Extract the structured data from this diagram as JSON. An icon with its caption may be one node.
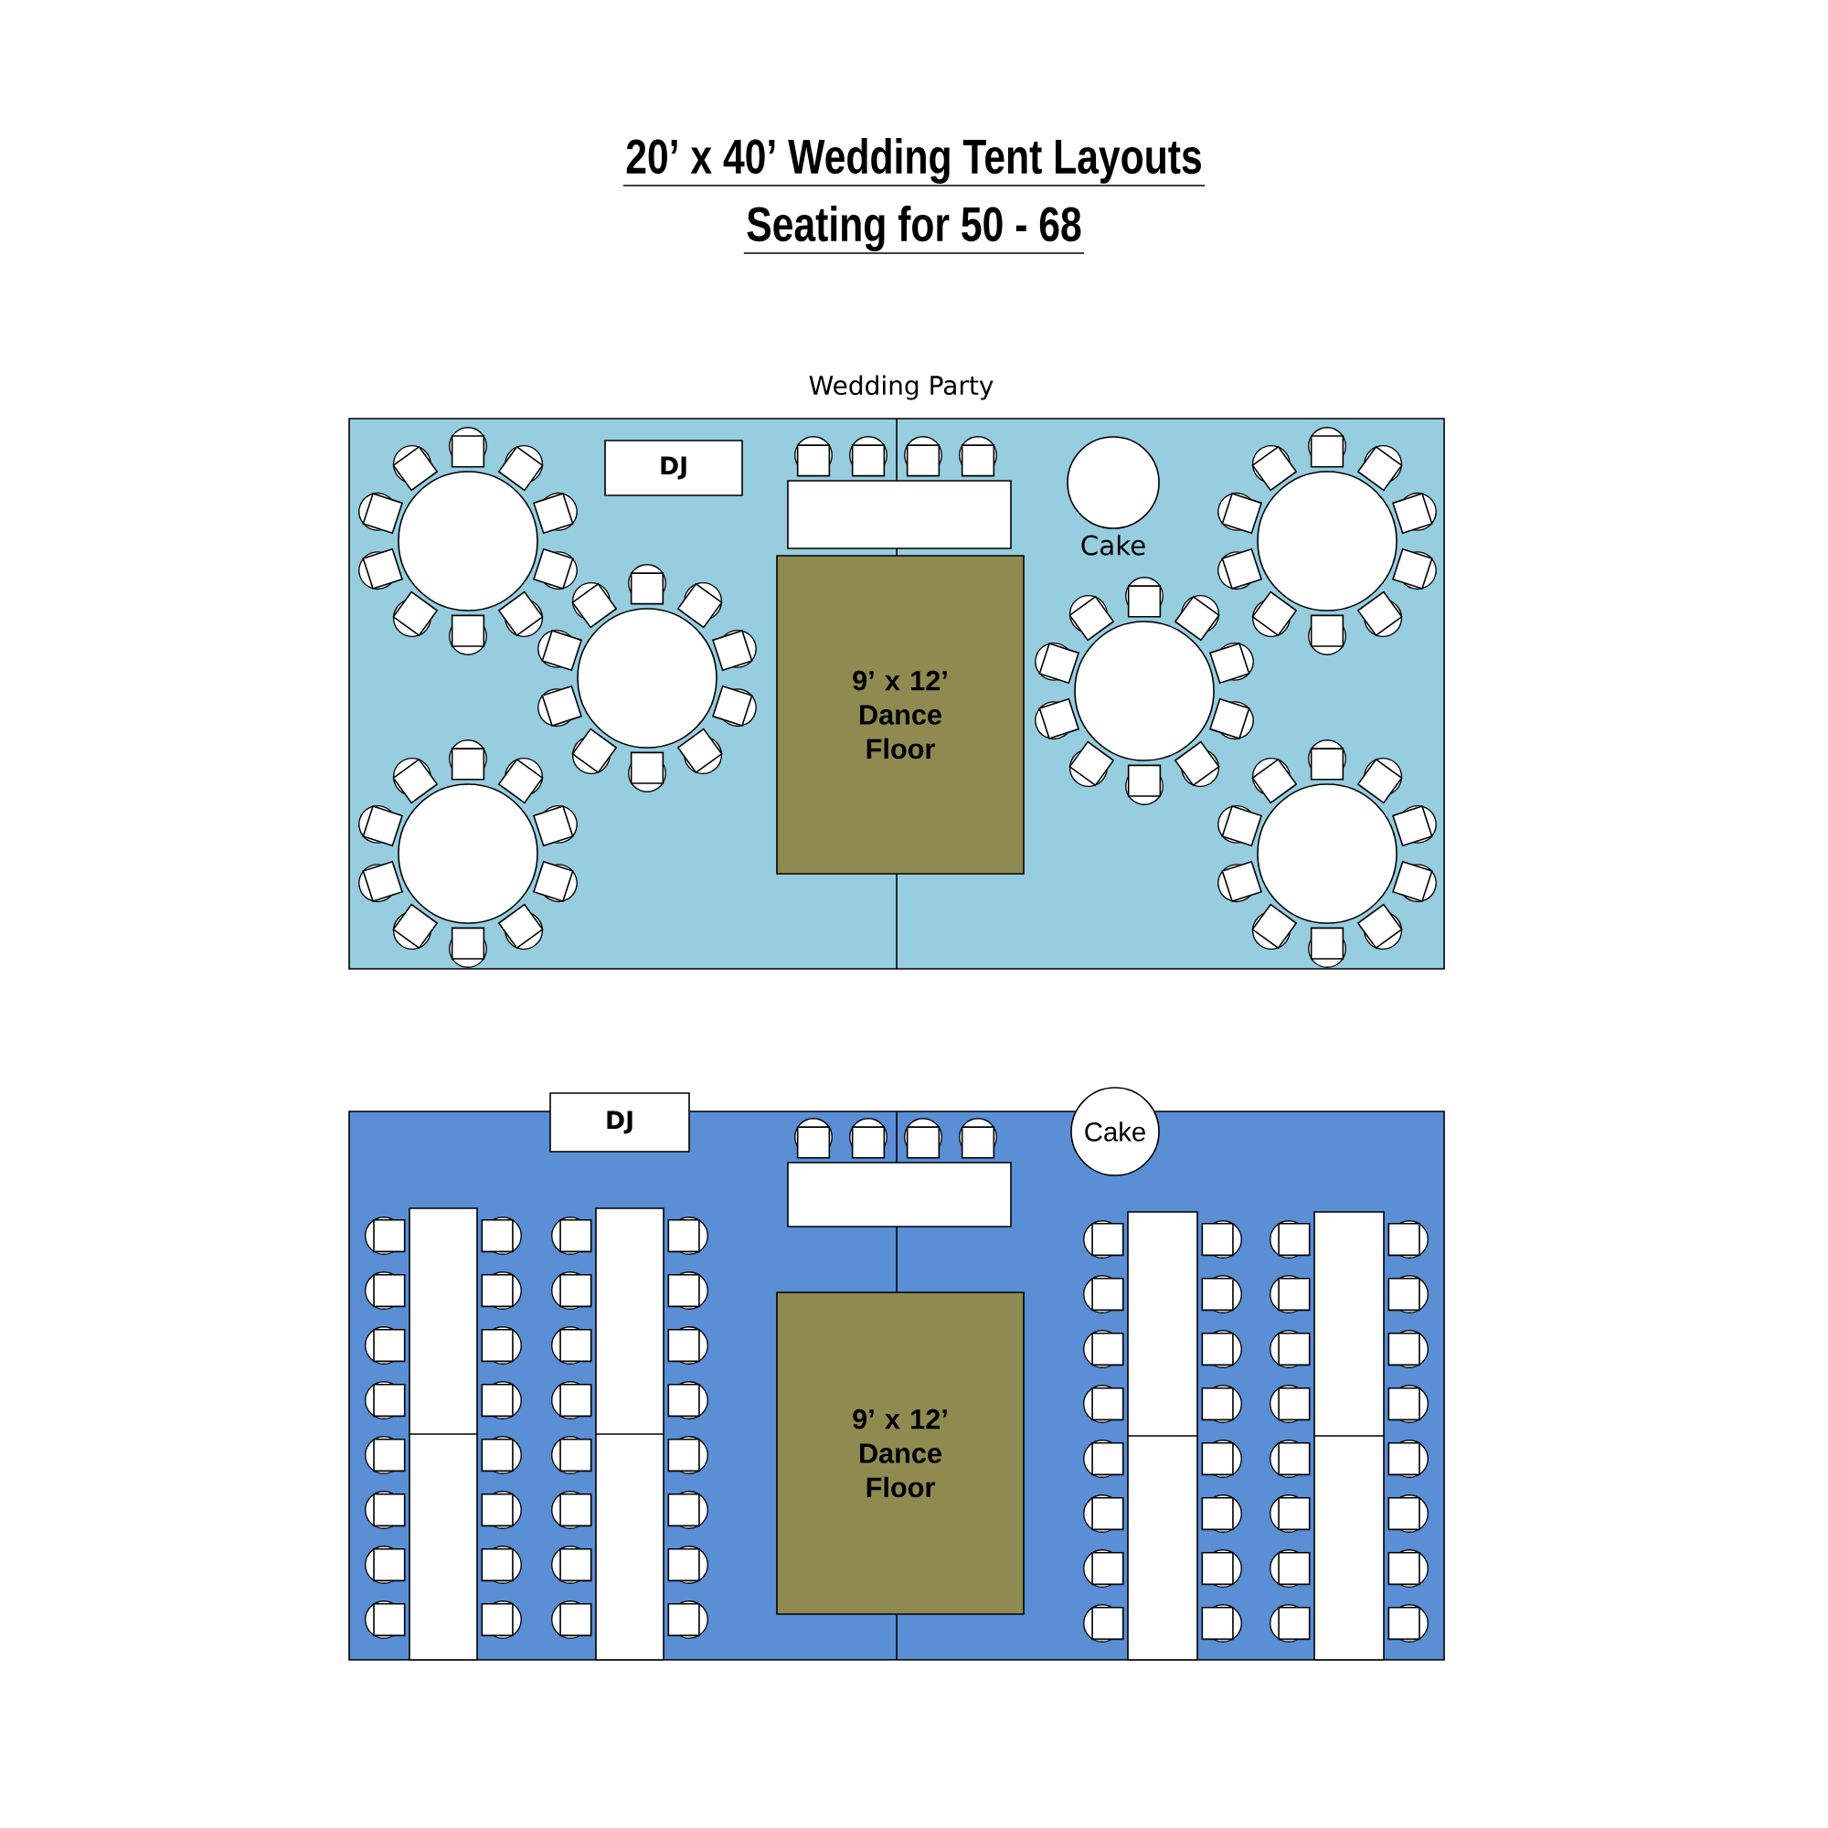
{
  "diagram": {
    "title": "20’ x 40’ Wedding Tent Layouts",
    "nodes": [
      {
        "text": [],
        "shape": "box"
      },
      {
        "text": [],
        "shape": "circle",
        "in": 0
      },
      {
        "text": [
          "DJ"
        ],
        "in": 0
      },
      {
        "text": [],
        "shape": "box",
        "in": 0
      },
      {
        "text": [],
        "shape": "circle",
        "in": 0,
        "beside": [
          "Cake"
        ]
      },
      {
        "text": [],
        "shape": "circle",
        "in": 0
      },
      {
        "text": [],
        "shape": "circle",
        "in": 0
      },
      {
        "text": [
          "9’ x 12’ Dance Floor"
        ],
        "in": 0
      },
      {
        "text": [],
        "shape": "circle",
        "in": 0
      },
      {
        "text": [],
        "shape": "circle",
        "in": 0
      },
      {
        "text": [],
        "shape": "circle",
        "in": 0
      },
      {
        "text": [],
        "shape": "box"
      },
      {
        "text": [
          "DJ"
        ]
      },
      {
        "text": [
          "Cake"
        ]
      },
      {
        "text": [],
        "shape": "box",
        "in": 11
      },
      {
        "text": [],
        "shape": "box",
        "in": 11
      },
      {
        "text": [],
        "shape": "box",
        "in": 11
      },
      {
        "text": [],
        "shape": "box",
        "in": 11
      },
      {
        "text": [],
        "shape": "box",
        "in": 11
      },
      {
        "text": [
          "9’ x 12’ Dance Floor"
        ],
        "in": 11
      }
    ],
    "edges": [],
    "labels": [
      "Seating for 50 - 68",
      "Wedding Party"
    ]
  }
}
